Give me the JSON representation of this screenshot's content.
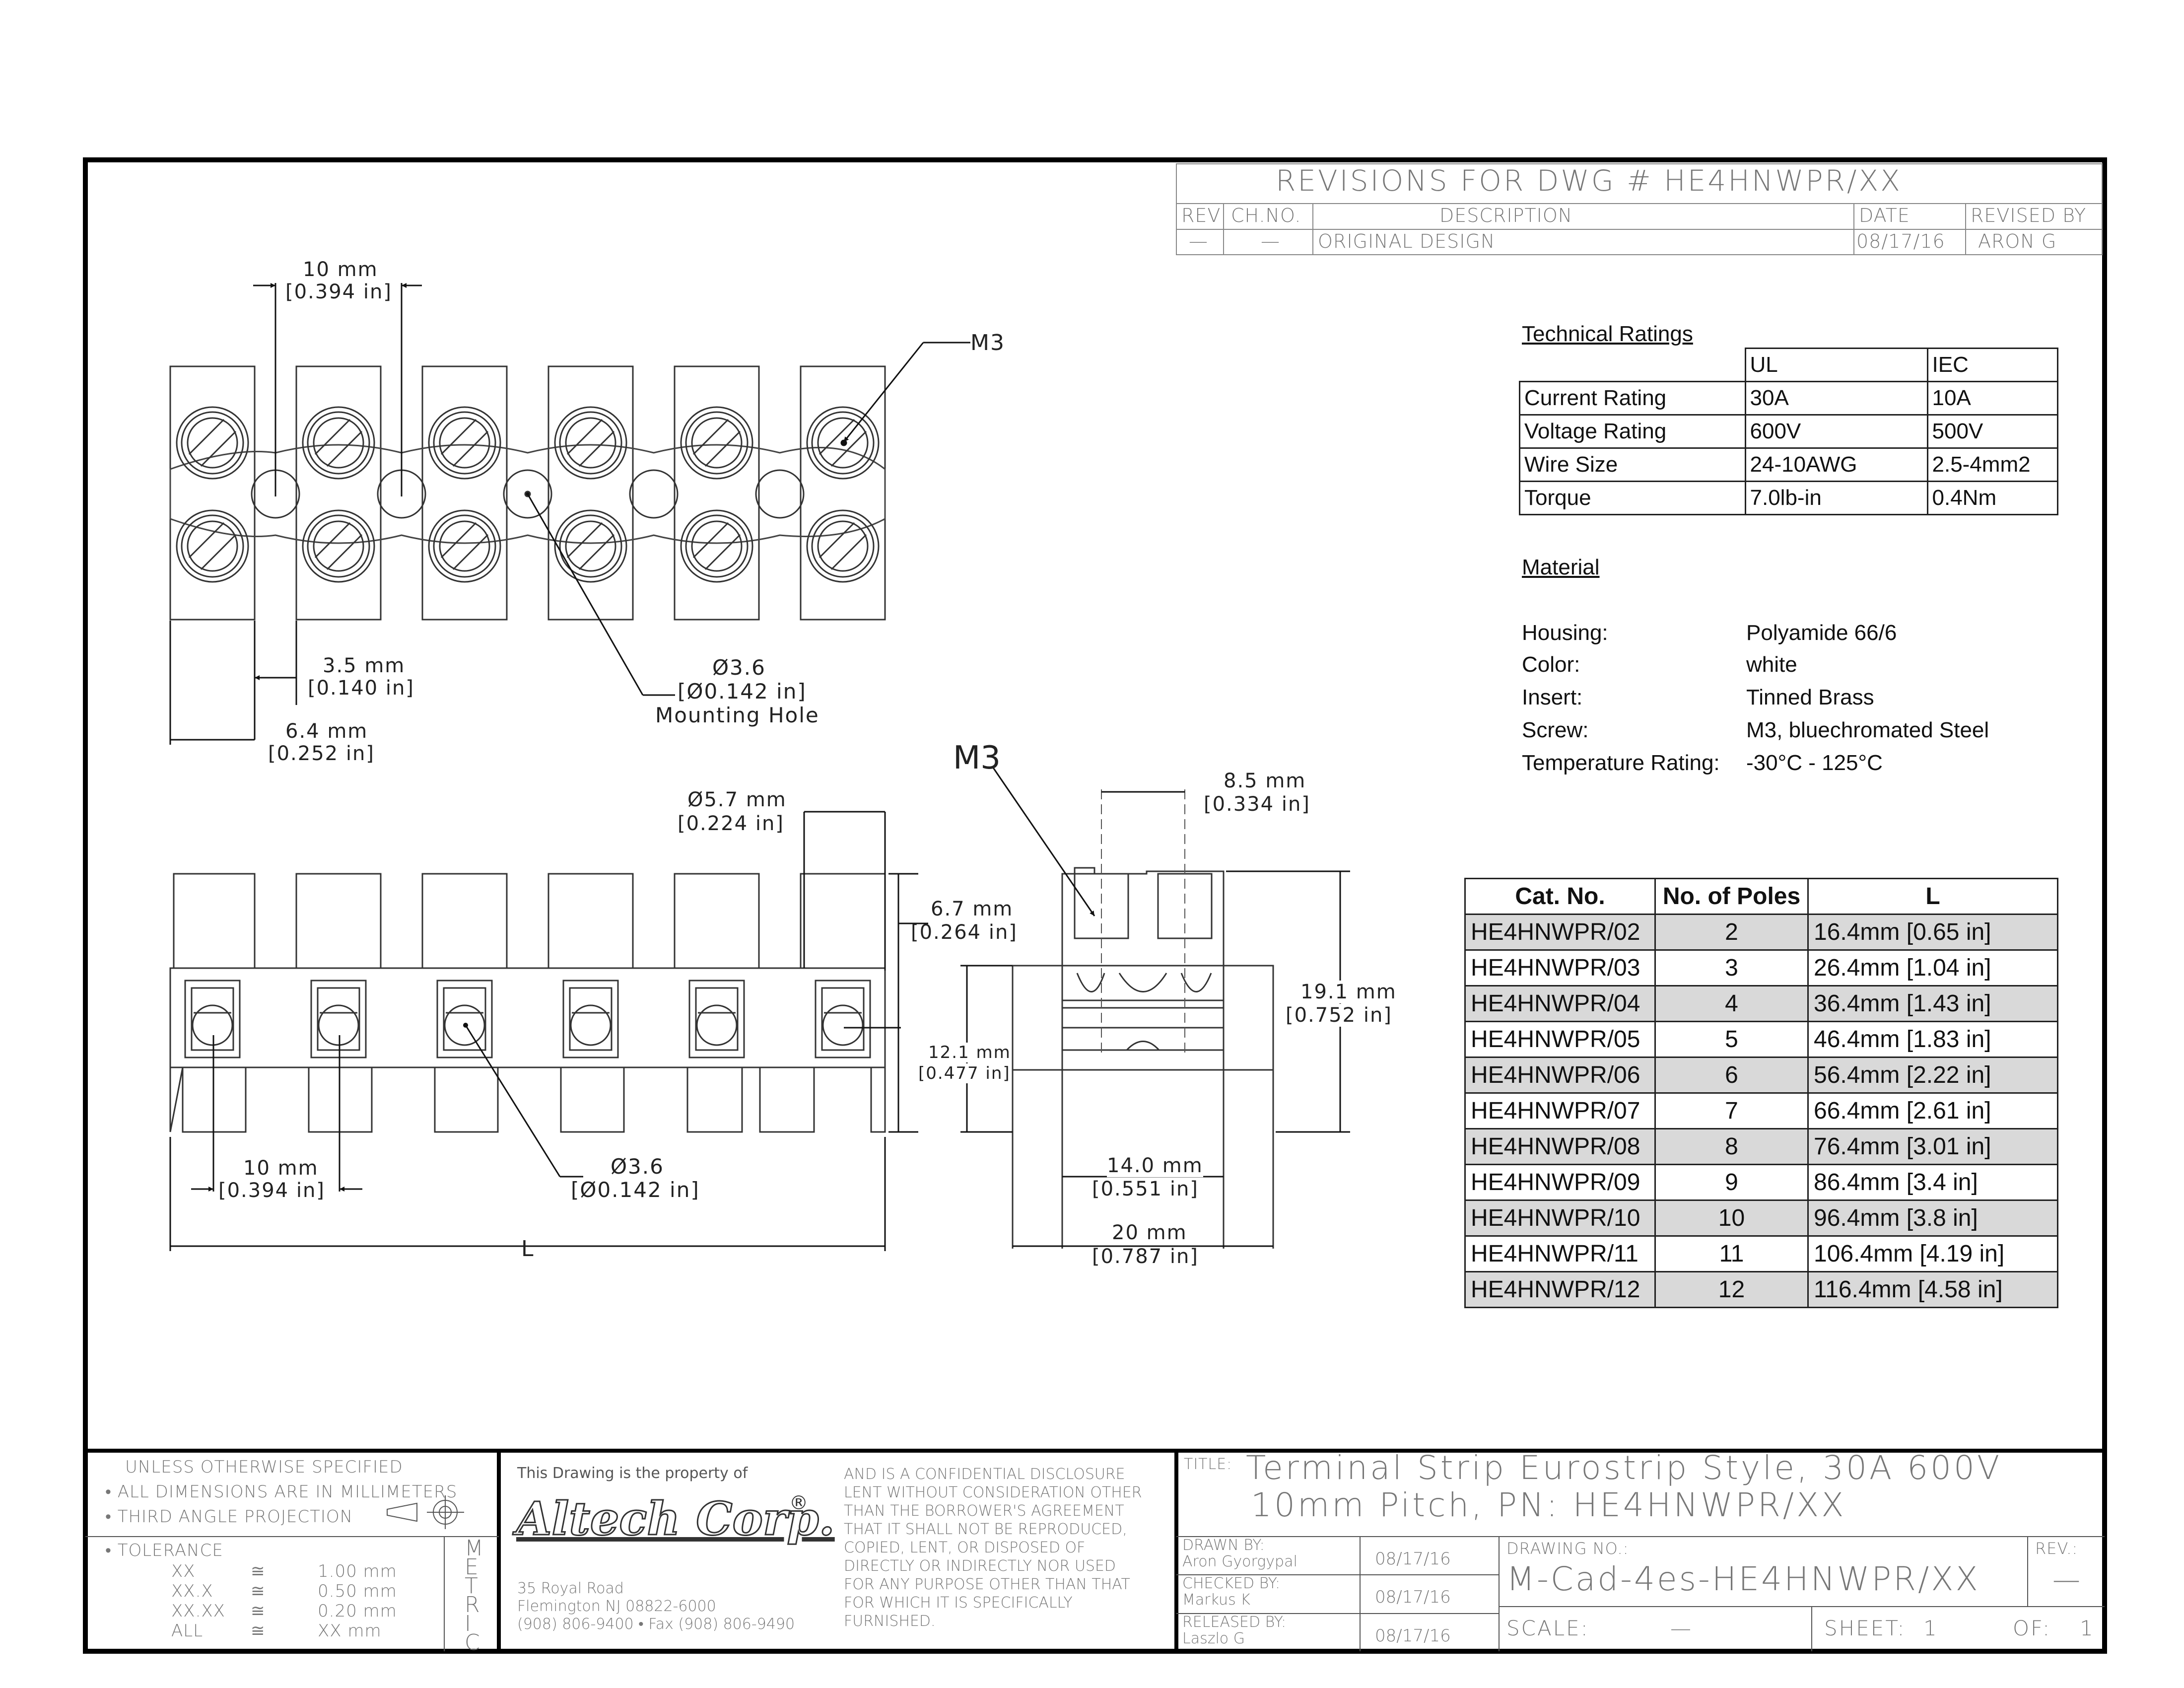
{
  "revisions": {
    "title": "REVISIONS FOR DWG # HE4HNWPR/XX",
    "headers": [
      "REV",
      "CH.NO.",
      "DESCRIPTION",
      "DATE",
      "REVISED BY"
    ],
    "row": [
      "—",
      "—",
      "ORIGINAL DESIGN",
      "08/17/16",
      "ARON G"
    ]
  },
  "technical_ratings": {
    "heading": "Technical Ratings",
    "col_headers": [
      "UL",
      "IEC"
    ],
    "rows": [
      {
        "label": "Current Rating",
        "ul": "30A",
        "iec": "10A"
      },
      {
        "label": "Voltage Rating",
        "ul": "600V",
        "iec": "500V"
      },
      {
        "label": "Wire Size",
        "ul": "24-10AWG",
        "iec": "2.5-4mm2"
      },
      {
        "label": "Torque",
        "ul": "7.0lb-in",
        "iec": "0.4Nm"
      }
    ]
  },
  "material": {
    "heading": "Material",
    "rows": [
      {
        "label": "Housing:",
        "value": "Polyamide 66/6"
      },
      {
        "label": "Color:",
        "value": "white"
      },
      {
        "label": "Insert:",
        "value": "Tinned Brass"
      },
      {
        "label": "Screw:",
        "value": "M3, bluechromated Steel"
      },
      {
        "label": "Temperature Rating:",
        "value": "-30°C - 125°C"
      }
    ]
  },
  "catalog": {
    "headers": [
      "Cat. No.",
      "No. of Poles",
      "L"
    ],
    "rows": [
      [
        "HE4HNWPR/02",
        "2",
        "16.4mm [0.65 in]"
      ],
      [
        "HE4HNWPR/03",
        "3",
        "26.4mm [1.04 in]"
      ],
      [
        "HE4HNWPR/04",
        "4",
        "36.4mm [1.43 in]"
      ],
      [
        "HE4HNWPR/05",
        "5",
        "46.4mm [1.83 in]"
      ],
      [
        "HE4HNWPR/06",
        "6",
        "56.4mm [2.22 in]"
      ],
      [
        "HE4HNWPR/07",
        "7",
        "66.4mm [2.61 in]"
      ],
      [
        "HE4HNWPR/08",
        "8",
        "76.4mm [3.01 in]"
      ],
      [
        "HE4HNWPR/09",
        "9",
        "86.4mm [3.4 in]"
      ],
      [
        "HE4HNWPR/10",
        "10",
        "96.4mm [3.8 in]"
      ],
      [
        "HE4HNWPR/11",
        "11",
        "106.4mm [4.19 in]"
      ],
      [
        "HE4HNWPR/12",
        "12",
        "116.4mm [4.58 in]"
      ]
    ]
  },
  "dimensions": {
    "top_pitch": [
      "10 mm",
      "[0.394 in]"
    ],
    "m3_top": "M3",
    "gap": [
      "3.5 mm",
      "[0.140 in]"
    ],
    "width": [
      "6.4 mm",
      "[0.252 in]"
    ],
    "mounting_hole": [
      "Ø3.6",
      "[Ø0.142 in]",
      "Mounting Hole"
    ],
    "dia57": [
      "Ø5.7 mm",
      "[0.224 in]"
    ],
    "h67": [
      "6.7 mm",
      "[0.264 in]"
    ],
    "bottom_pitch": [
      "10 mm",
      "[0.394 in]"
    ],
    "dia36": [
      "Ø3.6",
      "[Ø0.142 in]"
    ],
    "length": "L",
    "m3_side": "M3",
    "w85": [
      "8.5 mm",
      "[0.334 in]"
    ],
    "h191": [
      "19.1 mm",
      "[0.752 in]"
    ],
    "h121": [
      "12.1 mm",
      "[0.477 in]"
    ],
    "w140": [
      "14.0 mm",
      "[0.551 in]"
    ],
    "w20": [
      "20 mm",
      "[0.787 in]"
    ]
  },
  "title_block": {
    "notes": [
      "UNLESS OTHERWISE SPECIFIED",
      "• ALL DIMENSIONS ARE IN MILLIMETERS",
      "• THIRD ANGLE PROJECTION"
    ],
    "tolerance_label": "• TOLERANCE",
    "tolerances": [
      {
        "fmt": "XX",
        "value": "1.00 mm"
      },
      {
        "fmt": "XX.X",
        "value": "0.50 mm"
      },
      {
        "fmt": "XX.XX",
        "value": "0.20 mm"
      },
      {
        "fmt": "ALL",
        "value": "XX mm"
      }
    ],
    "approx_symbol": "≅",
    "metric": "METRIC",
    "property_of": "This Drawing is the property of",
    "company": "Altech Corp.",
    "registered": "®",
    "address": [
      "35 Royal Road",
      "Flemington NJ 08822-6000",
      "(908) 806-9400 • Fax (908) 806-9490"
    ],
    "disclosure": [
      "AND IS A CONFIDENTIAL DISCLOSURE",
      "LENT WITHOUT CONSIDERATION OTHER",
      "THAN THE BORROWER'S AGREEMENT",
      "THAT IT SHALL NOT BE REPRODUCED,",
      "COPIED, LENT, OR DISPOSED OF",
      "DIRECTLY OR INDIRECTLY NOR USED",
      "FOR ANY PURPOSE OTHER THAN THAT",
      "FOR WHICH IT IS SPECIFICALLY",
      "FURNISHED."
    ],
    "title_label": "TITLE:",
    "title_lines": [
      "Terminal Strip Eurostrip Style, 30A 600V",
      "10mm Pitch, PN: HE4HNWPR/XX"
    ],
    "drawn_by_label": "DRAWN BY:",
    "drawn_by": "Aron Gyorgypal",
    "drawn_date": "08/17/16",
    "checked_by_label": "CHECKED BY:",
    "checked_by": "Markus K",
    "checked_date": "08/17/16",
    "released_by_label": "RELEASED BY:",
    "released_by": "Laszlo G",
    "released_date": "08/17/16",
    "drawing_no_label": "DRAWING NO.:",
    "drawing_no": "M-Cad-4es-HE4HNWPR/XX",
    "rev_label": "REV.:",
    "rev": "—",
    "scale_label": "SCALE:",
    "scale": "—",
    "sheet_label": "SHEET:",
    "sheet": "1",
    "of_label": "OF:",
    "of": "1"
  }
}
